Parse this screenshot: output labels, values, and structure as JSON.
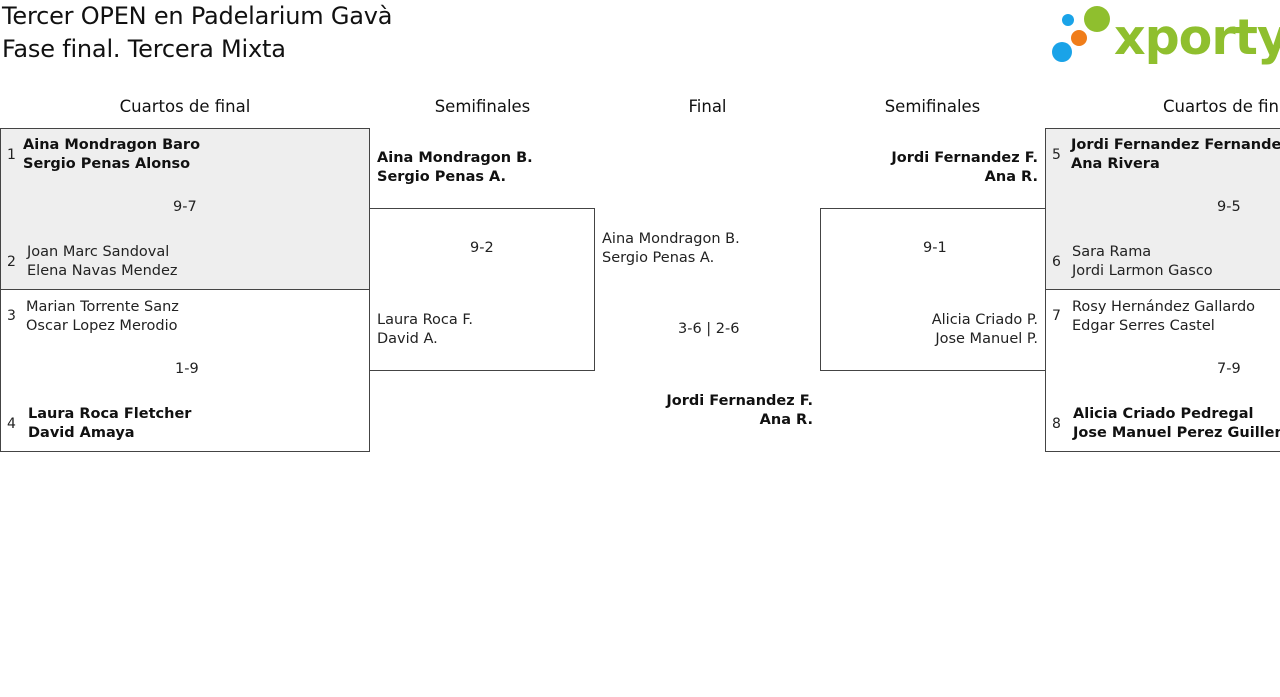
{
  "header": {
    "title": "Tercer OPEN en Padelarium Gavà",
    "subtitle": "Fase final. Tercera Mixta",
    "logo_text": "xporty"
  },
  "rounds": {
    "left_quarters": "Cuartos de final",
    "left_semis": "Semifinales",
    "final": "Final",
    "right_semis": "Semifinales",
    "right_quarters": "Cuartos de final"
  },
  "quarters": [
    {
      "seed": "1",
      "line1": "Aina Mondragon Baro",
      "line2": "Sergio Penas Alonso"
    },
    {
      "seed": "2",
      "line1": "Joan Marc Sandoval",
      "line2": "Elena Navas Mendez"
    },
    {
      "seed": "3",
      "line1": "Marian Torrente Sanz",
      "line2": "Oscar Lopez Merodio"
    },
    {
      "seed": "4",
      "line1": "Laura Roca Fletcher",
      "line2": "David Amaya"
    },
    {
      "seed": "5",
      "line1": "Jordi Fernandez Fernandez",
      "line2": "Ana Rivera"
    },
    {
      "seed": "6",
      "line1": "Sara Rama",
      "line2": "Jordi Larmon Gasco"
    },
    {
      "seed": "7",
      "line1": "Rosy Hernández Gallardo",
      "line2": "Edgar Serres Castel"
    },
    {
      "seed": "8",
      "line1": "Alicia Criado Pedregal",
      "line2": "Jose Manuel Perez Guillen"
    }
  ],
  "quarter_scores": [
    "9-7",
    "1-9",
    "9-5",
    "7-9"
  ],
  "semis": [
    {
      "line1": "Aina Mondragon B.",
      "line2": "Sergio Penas A."
    },
    {
      "line1": "Laura Roca F.",
      "line2": "David A."
    },
    {
      "line1": "Jordi Fernandez F.",
      "line2": "Ana R."
    },
    {
      "line1": "Alicia Criado P.",
      "line2": "Jose Manuel P."
    }
  ],
  "semi_scores": [
    "9-2",
    "9-1"
  ],
  "final": {
    "top": {
      "line1": "Aina Mondragon B.",
      "line2": "Sergio Penas A."
    },
    "score": "3-6 | 2-6",
    "bottom": {
      "line1": "Jordi Fernandez F.",
      "line2": "Ana R."
    }
  },
  "colors": {
    "brand_green": "#8fbf2e",
    "logo_blue": "#1aa3e8",
    "logo_orange": "#f07d1a",
    "winner_bg": "#eeeeee"
  }
}
